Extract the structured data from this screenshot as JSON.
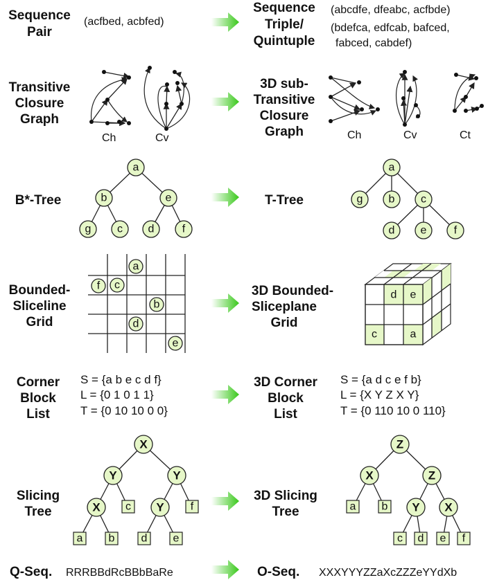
{
  "rows": [
    {
      "left_label": [
        "Sequence",
        "Pair"
      ],
      "left_value": "(acfbed, acbfed)",
      "right_label": [
        "Sequence",
        "Triple/",
        "Quintuple"
      ],
      "right_values": [
        "(abcdfe, dfeabc, acfbde)",
        "(bdefca, edfcab, bafced,",
        "fabced, cabdef)"
      ]
    },
    {
      "left_label": [
        "Transitive",
        "Closure",
        "Graph"
      ],
      "left_subs": [
        "Ch",
        "Cv"
      ],
      "right_label": [
        "3D sub-",
        "Transitive",
        "Closure",
        "Graph"
      ],
      "right_subs": [
        "Ch",
        "Cv",
        "Ct"
      ]
    },
    {
      "left_label": [
        "B*-Tree"
      ],
      "right_label": [
        "T-Tree"
      ],
      "left_nodes": [
        "a",
        "b",
        "e",
        "g",
        "c",
        "d",
        "f"
      ],
      "right_nodes": [
        "a",
        "g",
        "b",
        "c",
        "d",
        "e",
        "f"
      ]
    },
    {
      "left_label": [
        "Bounded-",
        "Sliceline",
        "Grid"
      ],
      "right_label": [
        "3D Bounded-",
        "Sliceplane",
        "Grid"
      ],
      "left_cells": [
        "a",
        "f",
        "c",
        "b",
        "d",
        "e"
      ],
      "right_cells": [
        "d",
        "e",
        "c",
        "a"
      ]
    },
    {
      "left_label": [
        "Corner",
        "Block",
        "List"
      ],
      "left_lines": [
        "S = {a b e c d f}",
        "L = {0 1 0 1 1}",
        "T = {0 10 10 0 0}"
      ],
      "right_label": [
        "3D Corner",
        "Block",
        "List"
      ],
      "right_lines": [
        "S = {a d c e f b}",
        "L = {X Y Z X Y}",
        "T = {0 110 10 0 110}"
      ]
    },
    {
      "left_label": [
        "Slicing",
        "Tree"
      ],
      "right_label": [
        "3D Slicing",
        "Tree"
      ],
      "left_internal": [
        "X",
        "Y",
        "Y",
        "X",
        "Y"
      ],
      "left_leaves": [
        "c",
        "f",
        "a",
        "b",
        "d",
        "e"
      ],
      "right_internal": [
        "Z",
        "X",
        "Z",
        "Y",
        "X"
      ],
      "right_leaves": [
        "a",
        "b",
        "c",
        "d",
        "e",
        "f"
      ]
    },
    {
      "left_label": [
        "Q-Seq."
      ],
      "left_value": "RRRBBdRcBBbBaRe",
      "right_label": [
        "O-Seq."
      ],
      "right_value": "XXXYYYZZaXcZZZeYYdXb"
    }
  ]
}
